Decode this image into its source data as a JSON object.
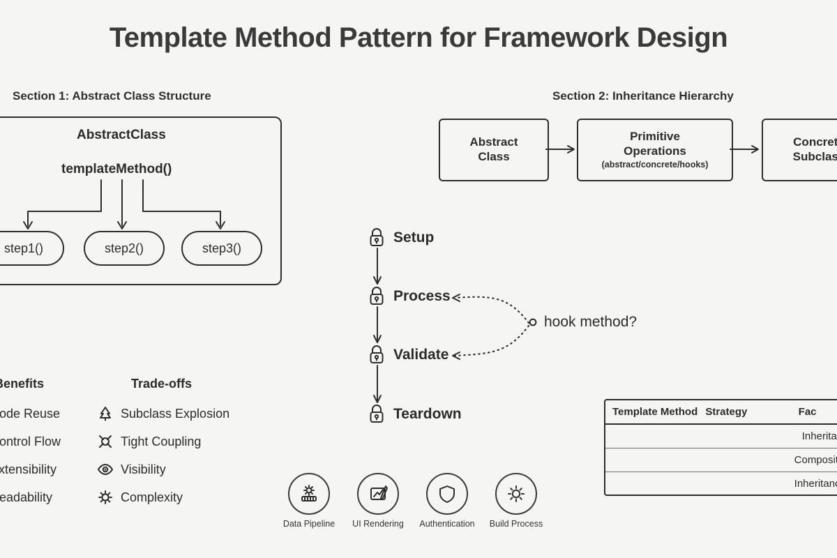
{
  "title": "Template Method Pattern for Framework Design",
  "section1": {
    "heading": "Section 1: Abstract Class Structure",
    "class_name": "AbstractClass",
    "template_method": "templateMethod()",
    "steps": [
      {
        "label": "step1()"
      },
      {
        "label": "step2()"
      },
      {
        "label": "step3()"
      }
    ]
  },
  "section2": {
    "heading": "Section 2: Inheritance Hierarchy",
    "boxes": [
      {
        "line1": "Abstract",
        "line2": "Class",
        "sub": ""
      },
      {
        "line1": "Primitive",
        "line2": "Operations",
        "sub": "(abstract/concrete/hooks)"
      },
      {
        "line1": "Concrete",
        "line2": "Subclass",
        "sub": ""
      }
    ]
  },
  "flow": {
    "steps": [
      {
        "label": "Setup",
        "icon": "lock-icon"
      },
      {
        "label": "Process",
        "icon": "lock-icon"
      },
      {
        "label": "Validate",
        "icon": "lock-icon"
      },
      {
        "label": "Teardown",
        "icon": "lock-icon"
      }
    ],
    "hook_label": "hook method?"
  },
  "benefits": {
    "heading": "Benefits",
    "items": [
      {
        "label": "Code Reuse"
      },
      {
        "label": "Control Flow"
      },
      {
        "label": "Extensibility"
      },
      {
        "label": "Readability"
      }
    ]
  },
  "tradeoffs": {
    "heading": "Trade-offs",
    "items": [
      {
        "label": "Subclass Explosion",
        "icon": "tree-icon"
      },
      {
        "label": "Tight Coupling",
        "icon": "knot-icon"
      },
      {
        "label": "Visibility",
        "icon": "eye-icon"
      },
      {
        "label": "Complexity",
        "icon": "gear-icon"
      }
    ]
  },
  "comparison_table": {
    "headers": [
      "Template Method",
      "Strategy",
      "Fac"
    ],
    "rows": [
      [
        "",
        "",
        "Inheritance, fixed"
      ],
      [
        "",
        "",
        "Composition, swap algori"
      ],
      [
        "",
        "",
        "Inheritance, deferred cre"
      ]
    ]
  },
  "use_cases": [
    {
      "label": "Data Pipeline",
      "icon": "gear-server-icon"
    },
    {
      "label": "UI Rendering",
      "icon": "chart-pen-icon"
    },
    {
      "label": "Authentication",
      "icon": "shield-icon"
    },
    {
      "label": "Build Process",
      "icon": "gear-icon"
    }
  ],
  "colors": {
    "background": "#f5f5f3",
    "ink": "#2c2c2c",
    "title": "#3a3a3a"
  }
}
